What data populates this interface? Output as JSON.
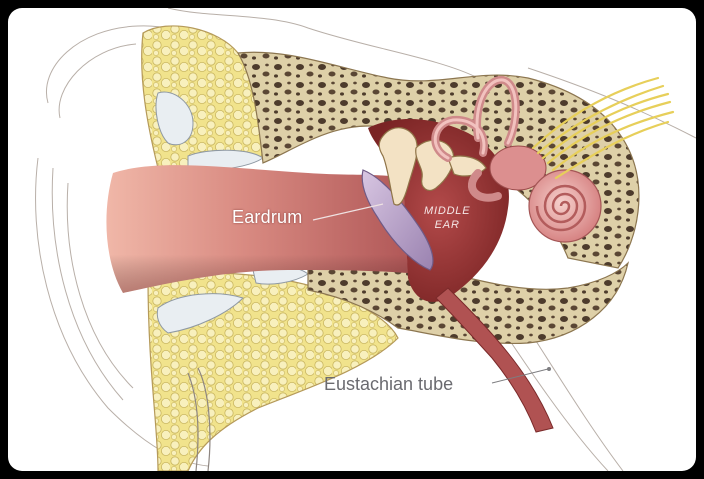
{
  "labels": {
    "eardrum": "Eardrum",
    "middle_ear_line1": "MIDDLE",
    "middle_ear_line2": "EAR",
    "eustachian_tube": "Eustachian tube"
  },
  "colors": {
    "frame": "#000000",
    "background": "#ffffff",
    "canal": "#c9706b",
    "canal_dark": "#8e3434",
    "bone": "#e4d1a3",
    "bone_pore": "#4a3a2a",
    "fat": "#f2e38d",
    "membrane": "#b9a3c9",
    "cochlea": "#e3a0a0",
    "nerve": "#efd86a"
  }
}
